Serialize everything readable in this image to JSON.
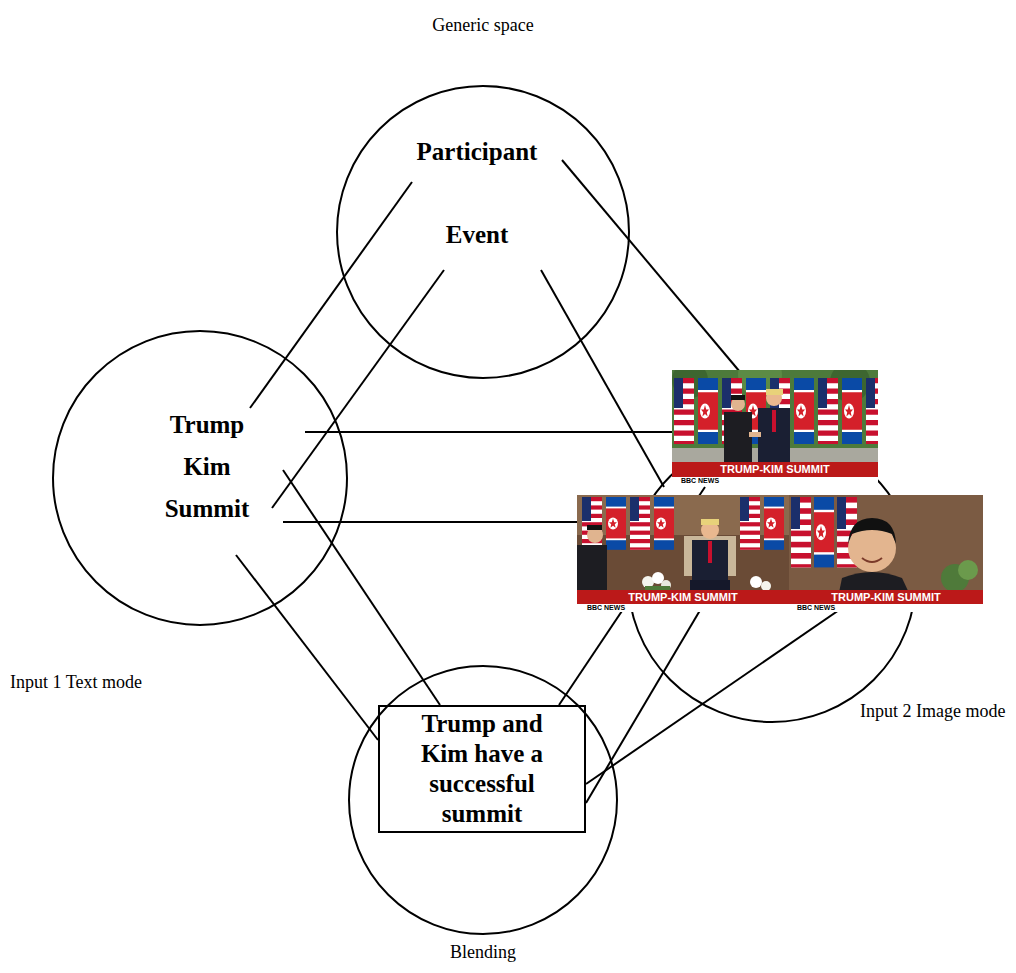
{
  "diagram": {
    "nodes": [
      {
        "text": [
          "Generic space",
          "Participant",
          "Event"
        ]
      },
      {
        "text": [
          "Input 1 Text mode",
          "Trump Kim Summit"
        ]
      },
      {
        "text": [
          "Input 2 Image mode"
        ]
      },
      {
        "text": [
          "Blending"
        ]
      },
      {
        "text": [
          "Trump and Kim have a successful summit"
        ],
        "in": 3
      }
    ],
    "edges": [
      {
        "from": 0,
        "to": 1,
        "arrow": "none"
      },
      {
        "from": 0,
        "to": 1,
        "arrow": "none"
      },
      {
        "from": 0,
        "to": 2,
        "arrow": "none"
      },
      {
        "from": 0,
        "to": 2,
        "arrow": "none"
      },
      {
        "from": 1,
        "to": 2,
        "arrow": "none"
      },
      {
        "from": 1,
        "to": 2,
        "arrow": "none"
      },
      {
        "from": 1,
        "to": 4,
        "arrow": "none"
      },
      {
        "from": 1,
        "to": 4,
        "arrow": "none"
      },
      {
        "from": 2,
        "to": 4,
        "arrow": "none"
      },
      {
        "from": 2,
        "to": 4,
        "arrow": "none"
      },
      {
        "from": 2,
        "to": 4,
        "arrow": "none"
      }
    ],
    "labels": [
      "TRUMP-KIM SUMMIT",
      "BBC NEWS",
      "TRUMP-KIM SUMMIT",
      "BBC NEWS",
      "TRUMP-KIM SUMMIT",
      "BBC NEWS"
    ]
  }
}
